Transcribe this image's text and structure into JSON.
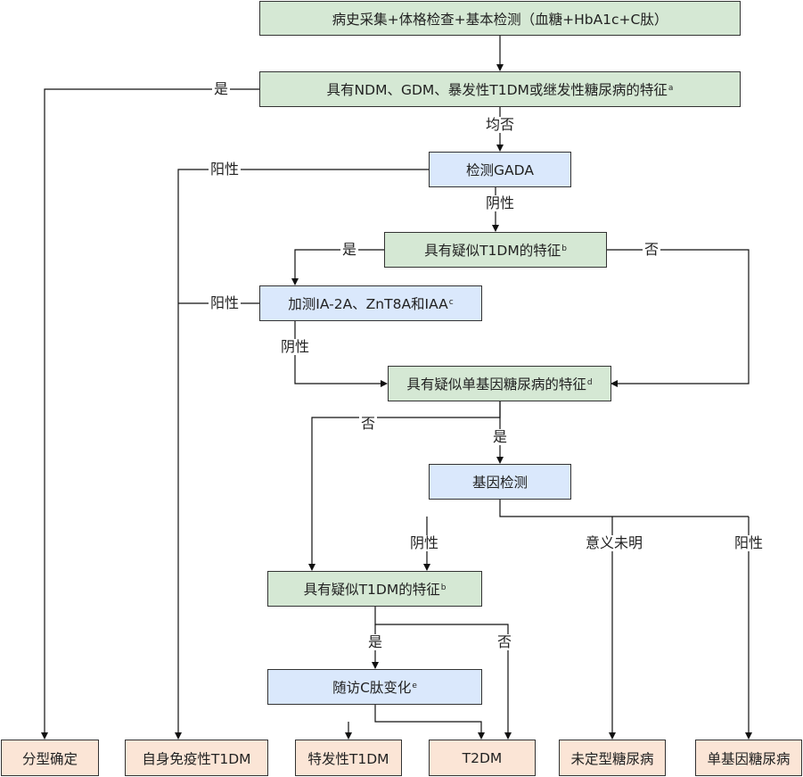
{
  "nodes": {
    "n1": {
      "text": "病史采集+体格检查+基本检测（血糖+HbA1c+C肽）",
      "sup": ""
    },
    "n2": {
      "text": "具有NDM、GDM、暴发性T1DM或继发性糖尿病的特征",
      "sup": "a"
    },
    "n3": {
      "text": "检测GADA",
      "sup": ""
    },
    "n4": {
      "text": "具有疑似T1DM的特征",
      "sup": "b"
    },
    "n5": {
      "text": "加测IA-2A、ZnT8A和IAA",
      "sup": "c"
    },
    "n6": {
      "text": "具有疑似单基因糖尿病的特征",
      "sup": "d"
    },
    "n7": {
      "text": "基因检测",
      "sup": ""
    },
    "n8": {
      "text": "具有疑似T1DM的特征",
      "sup": "b"
    },
    "n9": {
      "text": "随访C肽变化",
      "sup": "e"
    },
    "o1": {
      "text": "分型确定"
    },
    "o2": {
      "text": "自身免疫性T1DM"
    },
    "o3": {
      "text": "特发性T1DM"
    },
    "o4": {
      "text": "T2DM"
    },
    "o5": {
      "text": "未定型糖尿病"
    },
    "o6": {
      "text": "单基因糖尿病"
    }
  },
  "edge_labels": {
    "e_yes1": "是",
    "e_allno": "均否",
    "e_pos1": "阳性",
    "e_neg1": "阴性",
    "e_yes2": "是",
    "e_no2": "否",
    "e_pos2": "阳性",
    "e_neg2": "阴性",
    "e_no3": "否",
    "e_yes3": "是",
    "e_neg3": "阴性",
    "e_unk": "意义未明",
    "e_pos3": "阳性",
    "e_yes4": "是",
    "e_no4": "否"
  }
}
